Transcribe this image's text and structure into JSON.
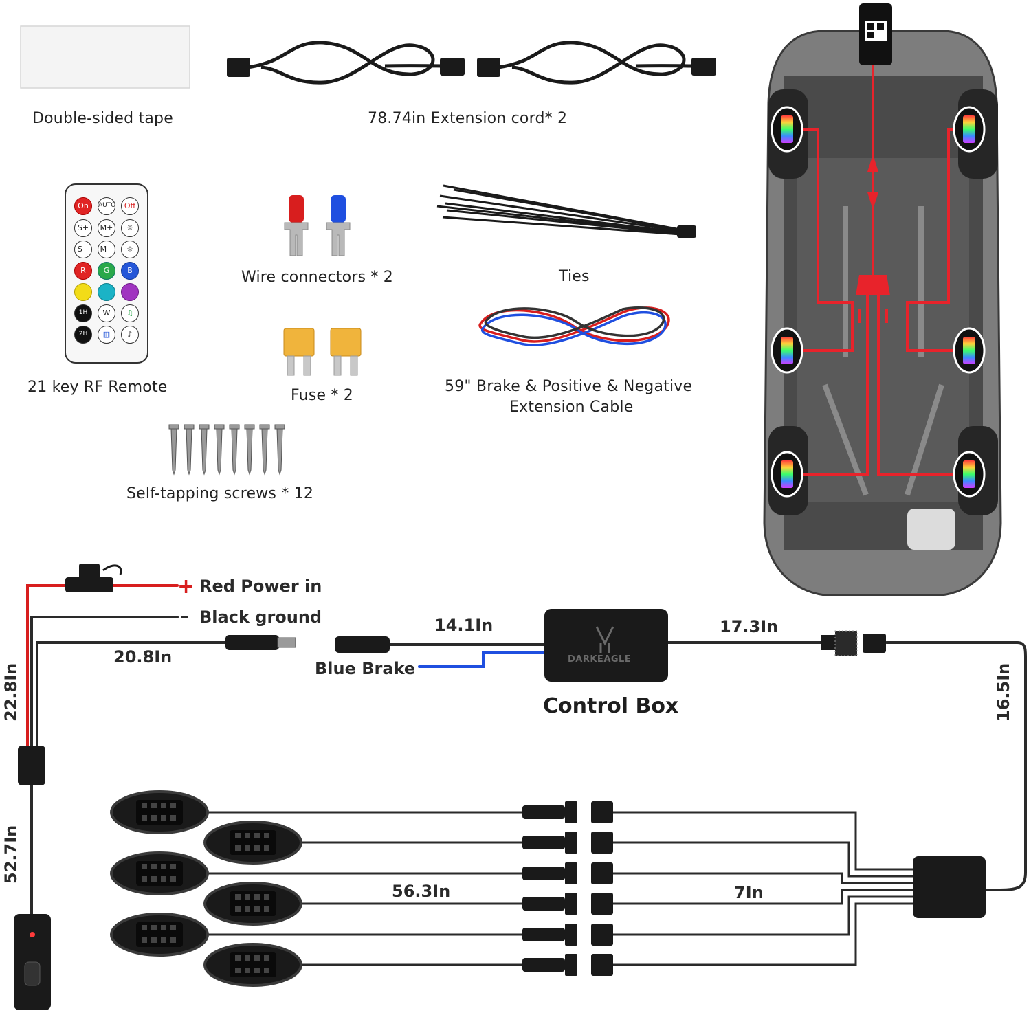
{
  "accessories": {
    "tape_label": "Double-sided tape",
    "extension_label": "78.74in Extension cord* 2",
    "remote_label": "21 key RF Remote",
    "wire_connectors_label": "Wire connectors * 2",
    "ties_label": "Ties",
    "fuse_label": "Fuse * 2",
    "brake_cable_label_1": "59\" Brake & Positive & Negative",
    "brake_cable_label_2": "Extension Cable",
    "screws_label": "Self-tapping screws * 12"
  },
  "remote": {
    "keys": [
      [
        "On",
        "AUTO",
        "Off"
      ],
      [
        "S+",
        "M+",
        "☼"
      ],
      [
        "S−",
        "M−",
        "☼"
      ],
      [
        "R",
        "G",
        "B"
      ],
      [
        "",
        "",
        ""
      ],
      [
        "1H",
        "W",
        "♫"
      ],
      [
        "2H",
        "▥",
        "♪"
      ]
    ]
  },
  "wiring": {
    "red_power": "Red Power in",
    "red_sign": "+",
    "black_ground": "Black ground",
    "black_sign": "–",
    "len_20_8": "20.8In",
    "len_22_8": "22.8In",
    "len_52_7": "52.7In",
    "len_14_1": "14.1In",
    "blue_brake": "Blue Brake",
    "len_17_3": "17.3In",
    "len_16_5": "16.5In",
    "control_box": "Control Box",
    "brand": "DARKEAGLE",
    "len_56_3": "56.3In",
    "len_7": "7In"
  },
  "colors": {
    "wire_red": "#d81e1e",
    "wire_black": "#2a2a2a",
    "wire_blue": "#1f4fe0",
    "car_red_path": "#e8232b"
  }
}
